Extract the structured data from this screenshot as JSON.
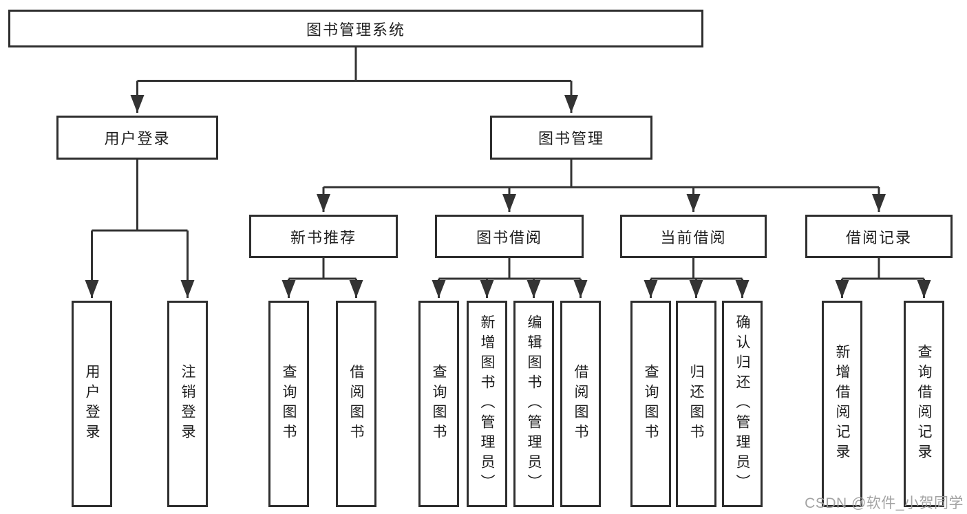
{
  "tree": {
    "root": {
      "label": "图书管理系统",
      "children": [
        {
          "label": "用户登录",
          "children": [
            {
              "label": "用户登录"
            },
            {
              "label": "注销登录"
            }
          ]
        },
        {
          "label": "图书管理",
          "children": [
            {
              "label": "新书推荐",
              "children": [
                {
                  "label": "查询图书"
                },
                {
                  "label": "借阅图书"
                }
              ]
            },
            {
              "label": "图书借阅",
              "children": [
                {
                  "label": "查询图书"
                },
                {
                  "label": "新增图书（管理员）"
                },
                {
                  "label": "编辑图书（管理员）"
                },
                {
                  "label": "借阅图书"
                }
              ]
            },
            {
              "label": "当前借阅",
              "children": [
                {
                  "label": "查询图书"
                },
                {
                  "label": "归还图书"
                },
                {
                  "label": "确认归还（管理员）"
                }
              ]
            },
            {
              "label": "借阅记录",
              "children": [
                {
                  "label": "新增借阅记录"
                },
                {
                  "label": "查询借阅记录"
                }
              ]
            }
          ]
        }
      ]
    }
  },
  "watermark": {
    "text": "CSDN @软件_小贺同学"
  },
  "colors": {
    "line": "#333333",
    "box_border": "#2e2e2e",
    "text": "#1e1e1e",
    "watermark": "#9e9e9e",
    "background": "#ffffff"
  }
}
